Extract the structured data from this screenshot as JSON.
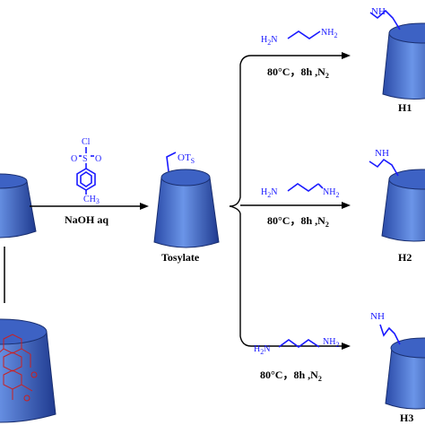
{
  "reagent": {
    "tosyl_cl": "Cl",
    "tosyl_s": "S",
    "tosyl_o_left": "O",
    "tosyl_o_right": "O",
    "tosyl_ch3_c": "CH",
    "tosyl_ch3_sub": "3",
    "base_condition": "NaOH aq"
  },
  "intermediate": {
    "group_main": "OT",
    "group_sub": "S",
    "label": "Tosylate"
  },
  "amine_nh2": "NH",
  "amine_nh2_sub": "2",
  "amine_h2": "H",
  "amine_h2_sub": "2",
  "amine_n": "N",
  "product_nh": "NH",
  "condition_text": "80°C，8h ,N",
  "condition_sub": "2",
  "products": [
    {
      "label": "H1"
    },
    {
      "label": "H2"
    },
    {
      "label": "H3"
    }
  ],
  "colors": {
    "cone_light": "#5e8ae0",
    "cone_dark": "#1e3a8a",
    "cone_top": "#3d62c4",
    "chem_blue": "#1a1aff",
    "guest_red": "#cc1f1f"
  }
}
